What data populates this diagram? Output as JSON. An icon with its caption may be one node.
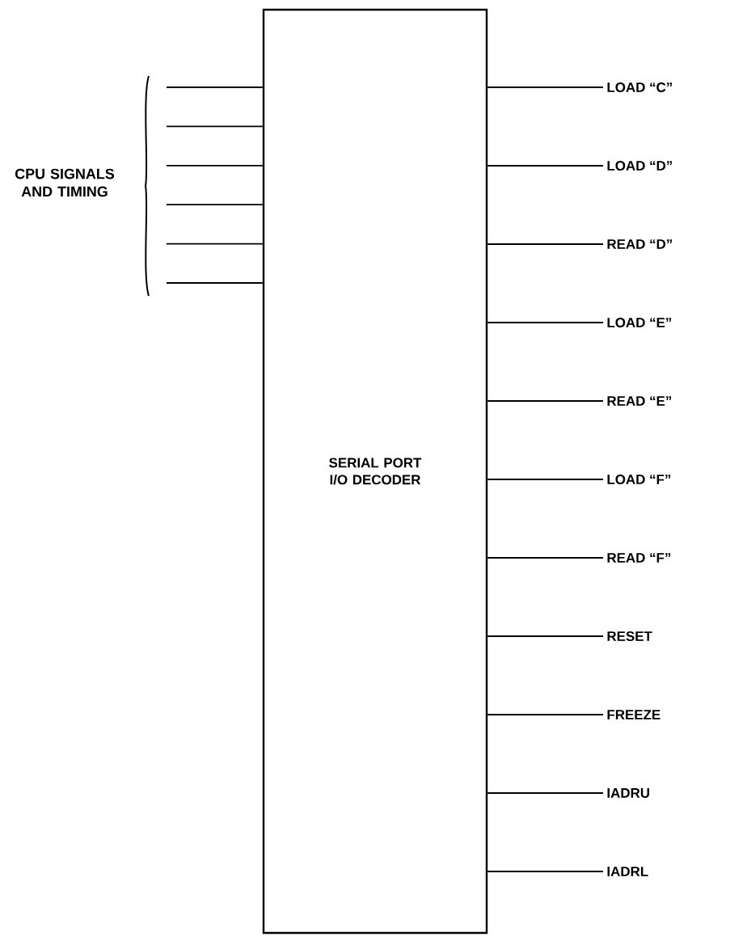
{
  "diagram": {
    "nodes": [
      {
        "text": [
          "SERIAL PORT I/O DECODER"
        ]
      },
      {
        "text": [
          "LOAD “C”"
        ]
      },
      {
        "text": [
          "LOAD “D”"
        ]
      },
      {
        "text": [
          "READ “D”"
        ]
      },
      {
        "text": [
          "LOAD “E”"
        ]
      },
      {
        "text": [
          "READ “E”"
        ]
      },
      {
        "text": [
          "LOAD “F”"
        ]
      },
      {
        "text": [
          "READ “F”"
        ]
      },
      {
        "text": [
          "RESET"
        ]
      },
      {
        "text": [
          "FREEZE"
        ]
      },
      {
        "text": [
          "IADRU"
        ]
      },
      {
        "text": [
          "IADRL"
        ]
      }
    ],
    "edges": [
      {
        "from": null,
        "to": 0,
        "arrow": "none"
      },
      {
        "from": null,
        "to": 0,
        "arrow": "none"
      },
      {
        "from": null,
        "to": 0,
        "arrow": "none"
      },
      {
        "from": null,
        "to": 0,
        "arrow": "none"
      },
      {
        "from": null,
        "to": 0,
        "arrow": "none"
      },
      {
        "from": null,
        "to": 0,
        "arrow": "none"
      },
      {
        "from": 0,
        "to": 1,
        "arrow": "none"
      },
      {
        "from": 0,
        "to": 2,
        "arrow": "none"
      },
      {
        "from": 0,
        "to": 3,
        "arrow": "none"
      },
      {
        "from": 0,
        "to": 4,
        "arrow": "none"
      },
      {
        "from": 0,
        "to": 5,
        "arrow": "none"
      },
      {
        "from": 0,
        "to": 6,
        "arrow": "none"
      },
      {
        "from": 0,
        "to": 7,
        "arrow": "none"
      },
      {
        "from": 0,
        "to": 8,
        "arrow": "none"
      },
      {
        "from": 0,
        "to": 9,
        "arrow": "none"
      },
      {
        "from": 0,
        "to": 10,
        "arrow": "none"
      },
      {
        "from": 0,
        "to": 11,
        "arrow": "none"
      }
    ],
    "labels": [
      "CPU SIGNALS AND TIMING"
    ]
  }
}
